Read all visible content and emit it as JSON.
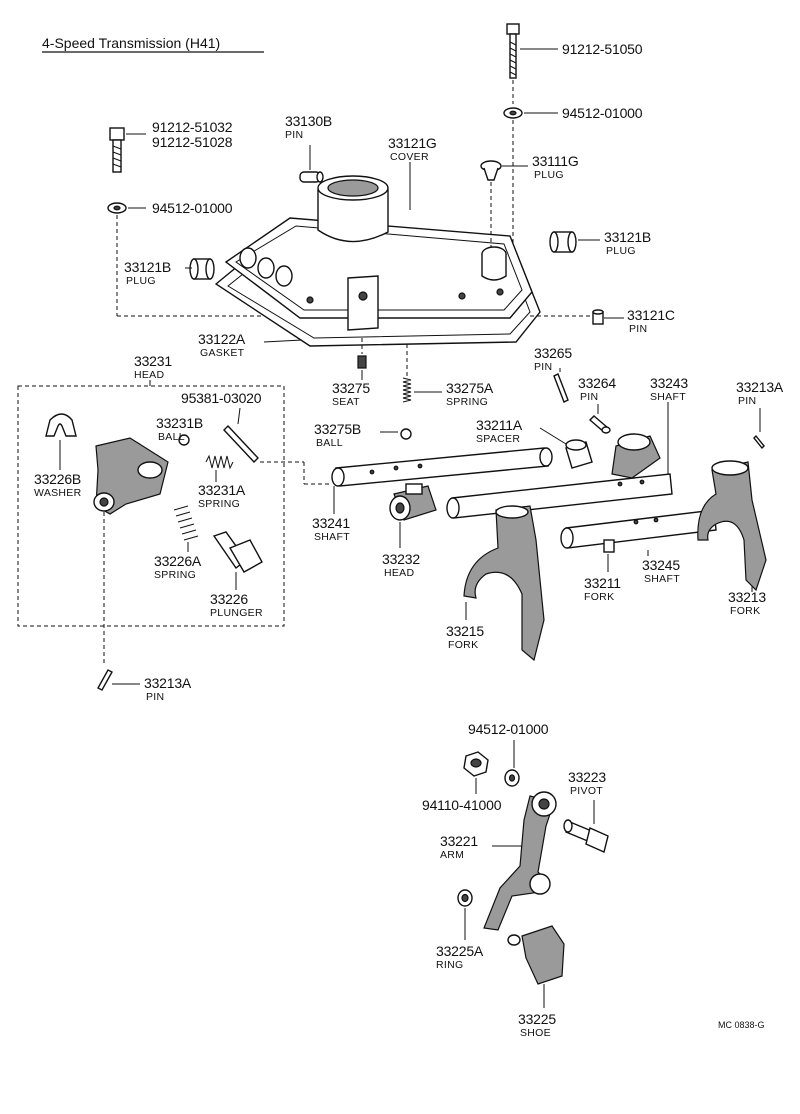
{
  "title": "4-Speed Transmission (H41)",
  "figure_code": "MC 0838-G",
  "labels": {
    "p_91212_51050": "91212-51050",
    "p_94512_top": "94512-01000",
    "p_91212_51032": "91212-51032",
    "p_91212_51028": "91212-51028",
    "p_33130b": "33130B",
    "p_33130b_sub": "PIN",
    "p_33121g": "33121G",
    "p_33121g_sub": "COVER",
    "p_33111g": "33111G",
    "p_33111g_sub": "PLUG",
    "p_94512_left": "94512-01000",
    "p_33121b_r": "33121B",
    "p_33121b_r_sub": "PLUG",
    "p_33121b_l": "33121B",
    "p_33121b_l_sub": "PLUG",
    "p_33121c": "33121C",
    "p_33121c_sub": "PIN",
    "p_33122a": "33122A",
    "p_33122a_sub": "GASKET",
    "p_33231": "33231",
    "p_33231_sub": "HEAD",
    "p_33275": "33275",
    "p_33275_sub": "SEAT",
    "p_33275a": "33275A",
    "p_33275a_sub": "SPRING",
    "p_33265": "33265",
    "p_33265_sub": "PIN",
    "p_33264": "33264",
    "p_33264_sub": "PIN",
    "p_33243": "33243",
    "p_33243_sub": "SHAFT",
    "p_33213a_r": "33213A",
    "p_33213a_r_sub": "PIN",
    "p_95381": "95381-03020",
    "p_33231b": "33231B",
    "p_33231b_sub": "BALL",
    "p_33275b": "33275B",
    "p_33275b_sub": "BALL",
    "p_33211a": "33211A",
    "p_33211a_sub": "SPACER",
    "p_33226b": "33226B",
    "p_33226b_sub": "WASHER",
    "p_33231a": "33231A",
    "p_33231a_sub": "SPRING",
    "p_33241": "33241",
    "p_33241_sub": "SHAFT",
    "p_33232": "33232",
    "p_33232_sub": "HEAD",
    "p_33226a": "33226A",
    "p_33226a_sub": "SPRING",
    "p_33226": "33226",
    "p_33226_sub": "PLUNGER",
    "p_33211": "33211",
    "p_33211_sub": "FORK",
    "p_33245": "33245",
    "p_33245_sub": "SHAFT",
    "p_33213": "33213",
    "p_33213_sub": "FORK",
    "p_33215": "33215",
    "p_33215_sub": "FORK",
    "p_33213a_l": "33213A",
    "p_33213a_l_sub": "PIN",
    "p_94512_bot": "94512-01000",
    "p_33223": "33223",
    "p_33223_sub": "PIVOT",
    "p_94110": "94110-41000",
    "p_33221": "33221",
    "p_33221_sub": "ARM",
    "p_33225a": "33225A",
    "p_33225a_sub": "RING",
    "p_33225": "33225",
    "p_33225_sub": "SHOE"
  }
}
